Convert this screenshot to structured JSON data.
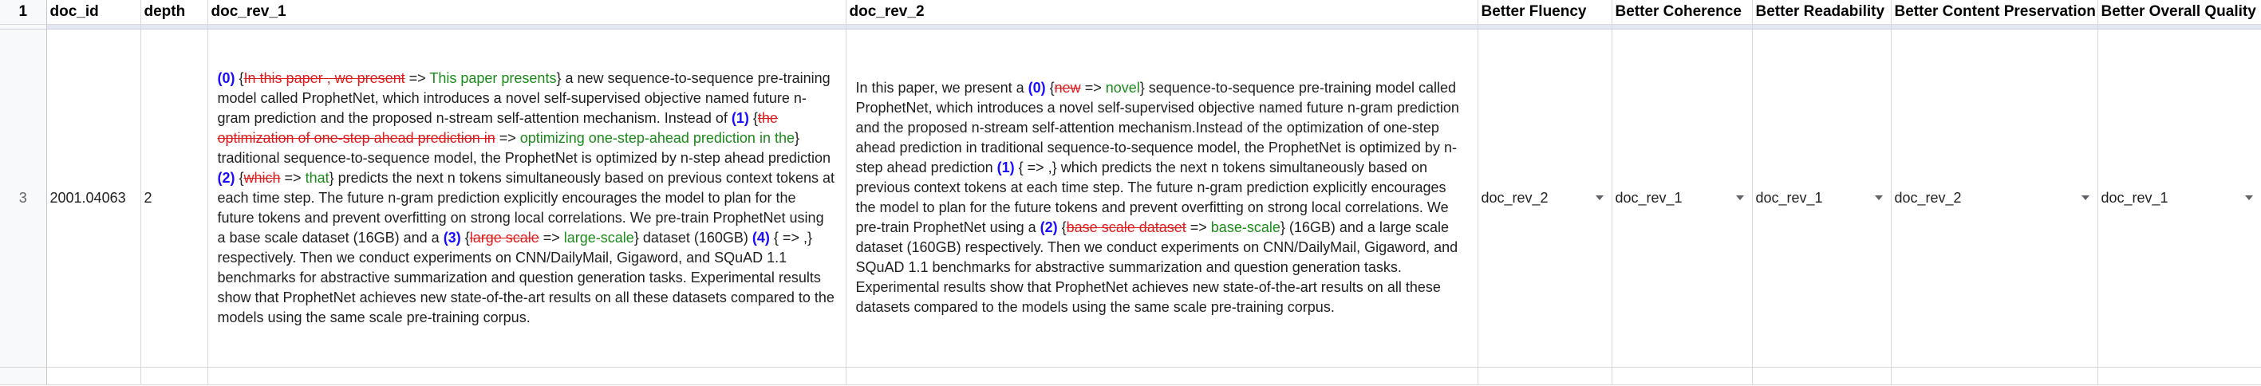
{
  "row_numbers": [
    "1",
    "3"
  ],
  "headers": {
    "doc_id": "doc_id",
    "depth": "depth",
    "rev1": "doc_rev_1",
    "rev2": "doc_rev_2",
    "fluency": "Better Fluency",
    "coherence": "Better Coherence",
    "readability": "Better Readability",
    "content": "Better Content Preservation",
    "overall": "Better Overall Quality"
  },
  "row": {
    "doc_id": "2001.04063",
    "depth": "2",
    "rev1": {
      "n0": "(0)",
      "o0": "{",
      "d0": "In this paper , we present",
      "a0": " => ",
      "i0": "This paper presents",
      "c0": "}",
      "t1": "  a new sequence-to-sequence pre-training model called ProphetNet, which introduces a novel self-supervised objective named future n-gram prediction and the proposed n-stream self-attention mechanism. Instead of ",
      "n1": "(1)",
      "o1": " {",
      "d1": "the optimization of one-step ahead prediction in",
      "a1": " => ",
      "i1": "optimizing one-step-ahead prediction in the",
      "c1": "}",
      "t2": "  traditional sequence-to-sequence model, the ProphetNet is optimized by n-step ahead prediction ",
      "n2": "(2)",
      "o2": " {",
      "d2": "which",
      "a2": " => ",
      "i2": "that",
      "c2": "}",
      "t3": "  predicts the next n tokens simultaneously based on previous context tokens at each time step. The future n-gram prediction explicitly encourages the model to plan for the future tokens and prevent overfitting on strong local correlations. We pre-train ProphetNet using a base scale dataset (16GB) and a ",
      "n3": "(3)",
      "o3": " {",
      "d3": "large scale",
      "a3": " => ",
      "i3": "large-scale",
      "c3": "}",
      "t4": "  dataset (160GB) ",
      "n4": "(4)",
      "o4": " { => ,}",
      "t5": " respectively. Then we conduct experiments on CNN/DailyMail, Gigaword, and SQuAD 1.1 benchmarks for abstractive summarization and question generation tasks. Experimental results show that ProphetNet achieves new state-of-the-art results on all these datasets compared to the models using the same scale pre-training corpus."
    },
    "rev2": {
      "t0": "In this paper, we present a ",
      "n0": "(0)",
      "o0": " {",
      "d0": "new",
      "a0": " => ",
      "i0": "novel",
      "c0": "}",
      "t1": "  sequence-to-sequence pre-training model called ProphetNet, which introduces a novel self-supervised objective named future n-gram prediction and the proposed n-stream self-attention mechanism.Instead of the optimization of one-step ahead prediction in traditional sequence-to-sequence model, the ProphetNet is optimized by n-step ahead prediction ",
      "n1": "(1)",
      "o1": " { => ,}",
      "t2": " which predicts the next n tokens simultaneously based on previous context tokens at each time step. The future n-gram prediction explicitly encourages the model to plan for the future tokens and prevent overfitting on strong local correlations.  We pre-train ProphetNet using a ",
      "n2": "(2)",
      "o2": " {",
      "d2": "base scale dataset",
      "a2": " => ",
      "i2": "base-scale",
      "c2": "}",
      "t3": "  (16GB) and a large scale dataset (160GB) respectively. Then we conduct experiments on CNN/DailyMail, Gigaword, and SQuAD 1.1 benchmarks for abstractive summarization and question generation tasks. Experimental results show that ProphetNet achieves new state-of-the-art results on all these datasets compared to the models using the same scale pre-training corpus."
    },
    "fluency": "doc_rev_2",
    "coherence": "doc_rev_1",
    "readability": "doc_rev_1",
    "content": "doc_rev_2",
    "overall": "doc_rev_1"
  }
}
